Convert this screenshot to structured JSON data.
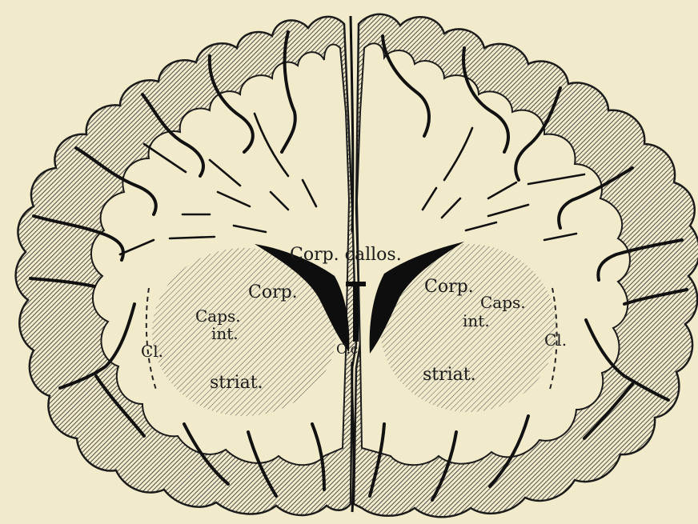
{
  "figure": {
    "labels": {
      "corpus_callosum": "Corp. callos.",
      "corp_left": "Corp.",
      "corp_right": "Corp.",
      "caps_left": "Caps.",
      "int_left": "int.",
      "caps_right": "Caps.",
      "int_right": "int.",
      "striat_left": "striat.",
      "striat_right": "striat.",
      "cl_left": "Cl.",
      "cl_right": "Cl.",
      "cc": "C.c."
    },
    "colors": {
      "paper": "#f1ebcc",
      "ink": "#1b1b1b"
    }
  }
}
